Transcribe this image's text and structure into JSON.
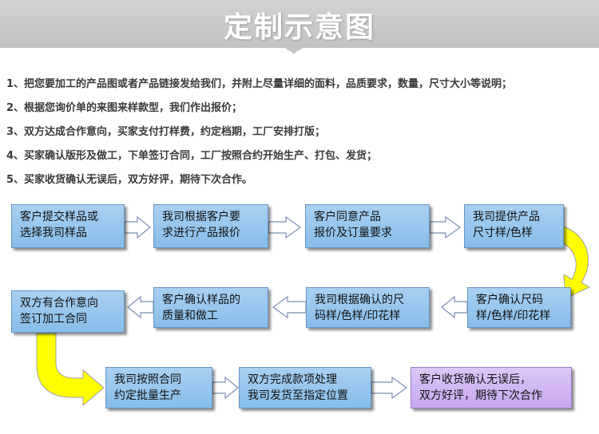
{
  "banner": {
    "title": "定制示意图"
  },
  "steps": [
    "1、把您要加工的产品图或者产品链接发给我们，并附上尽量详细的面料，品质要求，数量，尺寸大小等说明；",
    "2、根据您询价单的来图来样款型，我们作出报价；",
    "3、双方达成合作意向，买家支付打样费，约定档期，工厂安排打版；",
    "4、买家确认版形及做工，下单签订合同，工厂按照合约开始生产、打包、发货；",
    "5、买家收货确认无误后，双方好评，期待下次合作。"
  ],
  "flow": {
    "b1": {
      "l1": "客户提交样品或",
      "l2": "选择我司样品"
    },
    "b2": {
      "l1": "我司根据客户要",
      "l2": "求进行产品报价"
    },
    "b3": {
      "l1": "客户同意产品",
      "l2": "报价及订量要求"
    },
    "b4": {
      "l1": "我司提供产品",
      "l2": "尺寸样/色样"
    },
    "b5": {
      "l1": "客户确认尺码",
      "l2": "样/色样/印花样"
    },
    "b6": {
      "l1": "我司根据确认的尺",
      "l2": "码样/色样/印花样"
    },
    "b7": {
      "l1": "客户确认样品的",
      "l2": "质量和做工"
    },
    "b8": {
      "l1": "双方有合作意向",
      "l2": "签订加工合同"
    },
    "b9": {
      "l1": "我司按照合同",
      "l2": "约定批量生产"
    },
    "b10": {
      "l1": "双方完成款项处理",
      "l2": "我司发货至指定位置"
    },
    "b11": {
      "l1": "客户收货确认无误后，",
      "l2": "双方好评，期待下次合作"
    }
  },
  "colors": {
    "box_blue": "#9ac8ef",
    "box_purple": "#d2b8f3",
    "arrow_yellow": "#ffff00",
    "banner_gray": "#c8c8c8"
  }
}
